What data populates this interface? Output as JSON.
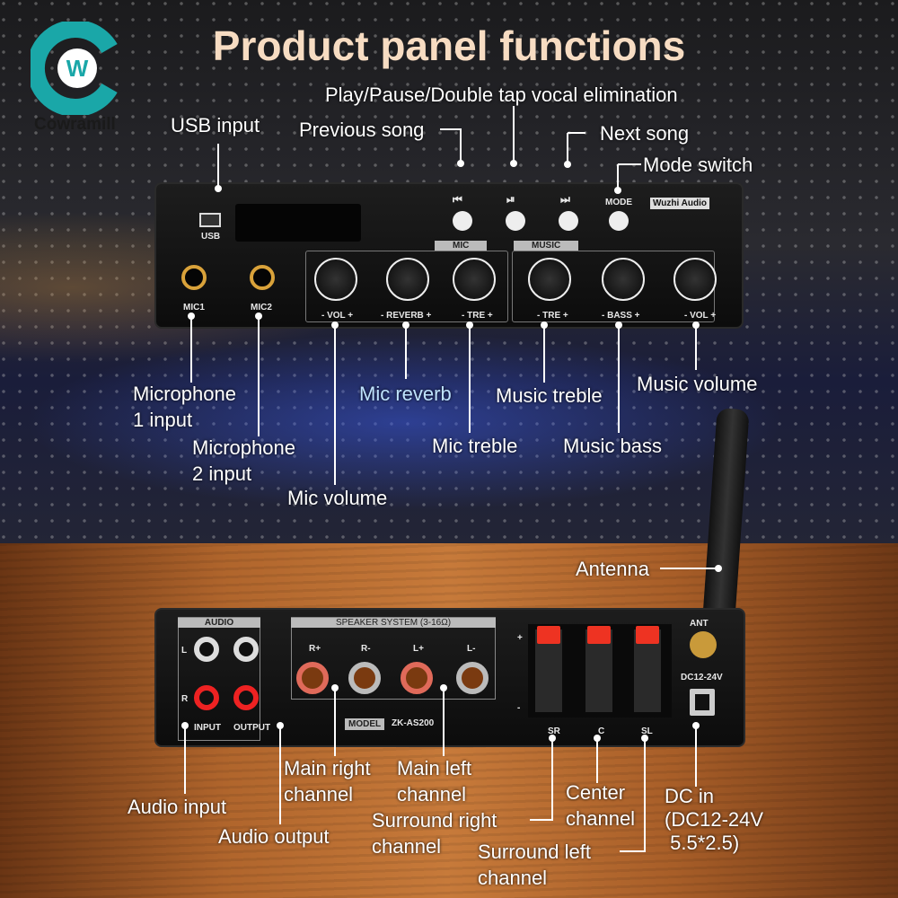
{
  "title": "Product panel functions",
  "brand": "Cowramill",
  "front_panel": {
    "usb": "USB",
    "mic1": "MIC1",
    "mic2": "MIC2",
    "mode": "MODE",
    "badge": "Wuzhi Audio",
    "mic_section": "MIC",
    "music_section": "MUSIC",
    "knobs": [
      "- VOL +",
      "- REVERB +",
      "- TRE +",
      "- TRE +",
      "- BASS +",
      "- VOL +"
    ],
    "buttons": [
      "previous-icon",
      "play-pause-icon",
      "next-icon"
    ]
  },
  "back_panel": {
    "audio": "AUDIO",
    "speaker_system": "SPEAKER SYSTEM  (3-16Ω)",
    "speaker_posts": [
      "R+",
      "R-",
      "L+",
      "L-"
    ],
    "l": "L",
    "r": "R",
    "input": "INPUT",
    "output": "OUTPUT",
    "model_label": "MODEL",
    "model": "ZK-AS200",
    "surround": [
      "SR",
      "C",
      "SL"
    ],
    "plus": "+",
    "minus": "-",
    "ant": "ANT",
    "dc": "DC12-24V"
  },
  "callouts": {
    "usb_input": "USB input",
    "play_pause": "Play/Pause/Double tap vocal elimination",
    "previous": "Previous song",
    "next": "Next song",
    "mode": "Mode switch",
    "mic1": "Microphone\n1 input",
    "mic2": "Microphone\n2 input",
    "mic_volume": "Mic volume",
    "mic_reverb": "Mic reverb",
    "mic_treble": "Mic treble",
    "music_treble": "Music treble",
    "music_bass": "Music bass",
    "music_volume": "Music volume",
    "antenna": "Antenna",
    "audio_input": "Audio input",
    "audio_output": "Audio output",
    "main_right": "Main right\nchannel",
    "main_left": "Main left\nchannel",
    "surround_right": "Surround right\nchannel",
    "center": "Center\nchannel",
    "surround_left": "Surround left\nchannel",
    "dc_in": "DC in\n(DC12-24V\n 5.5*2.5)"
  },
  "colors": {
    "title": "#f7dcc2",
    "logo": "#1aa7a8",
    "label": "#ffffff"
  }
}
